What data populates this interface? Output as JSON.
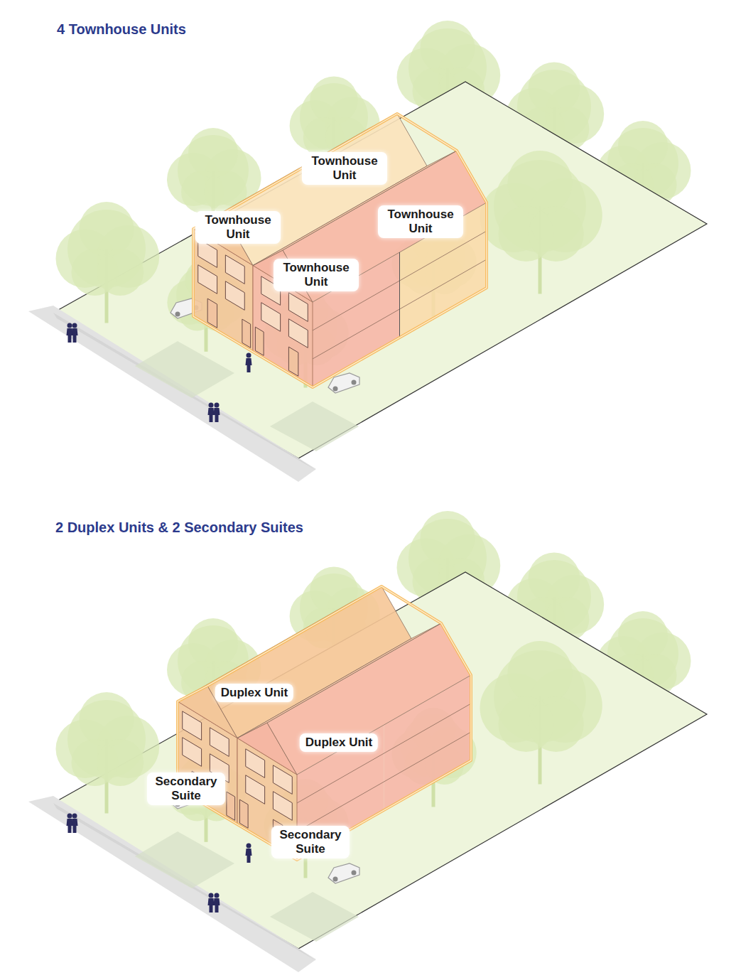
{
  "diagram": {
    "title": "4 Townhouse Units",
    "labels": [
      "Townhouse Unit",
      "Townhouse Unit",
      "Townhouse Unit",
      "Townhouse Unit",
      "2 Duplex Units & 2 Secondary Suites",
      "Duplex Unit",
      "Duplex Unit",
      "Secondary Suite",
      "Secondary Suite"
    ]
  }
}
